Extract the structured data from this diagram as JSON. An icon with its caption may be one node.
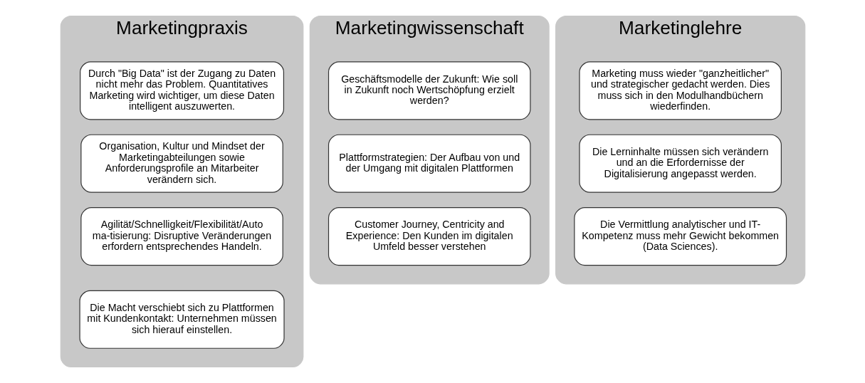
{
  "diagram": {
    "nodes": [
      {
        "text": [
          "Marketingpraxis"
        ]
      },
      {
        "text": [
          "Durch \"Big Data\" ist der Zugang zu Daten nicht mehr das Problem. Quantitatives Marketing wird wichtiger, um diese Daten intelligent auszuwerten."
        ],
        "in": 0
      },
      {
        "text": [
          "Organisation, Kultur und Mindset der Marketingabteilungen sowie Anforderungsprofile an Mitarbeiter verändern sich."
        ],
        "in": 0
      },
      {
        "text": [
          "Agilität/Schnelligkeit/Flexibilität/Automa-tisierung: Disruptive Veränderungen erfordern entsprechendes Handeln."
        ],
        "in": 0
      },
      {
        "text": [
          "Die Macht verschiebt sich zu Plattformen mit Kundenkontakt: Unternehmen müssen sich hierauf einstellen."
        ],
        "in": 0
      },
      {
        "text": [
          "Marketingwissenschaft"
        ]
      },
      {
        "text": [
          "Geschäftsmodelle der Zukunft: Wie soll in Zukunft noch Wertschöpfung erzielt werden?"
        ],
        "in": 5
      },
      {
        "text": [
          "Plattformstrategien: Der Aufbau von und der Umgang mit digitalen Plattformen"
        ],
        "in": 5
      },
      {
        "text": [
          "Customer Journey, Centricity and Experience: Den Kunden im digitalen Umfeld besser verstehen"
        ],
        "in": 5
      },
      {
        "text": [
          "Marketinglehre"
        ]
      },
      {
        "text": [
          "Marketing muss wieder \"ganzheitlicher\" und strategischer gedacht werden. Dies muss sich in den Modulhandbüchern wiederfinden."
        ],
        "in": 9
      },
      {
        "text": [
          "Die Lerninhalte müssen sich verändern und an die Erfordernisse der Digitalisierung angepasst werden."
        ],
        "in": 9
      },
      {
        "text": [
          "Die Vermittlung analytischer und IT-Kompetenz muss mehr Gewicht bekommen (Data Sciences)."
        ],
        "in": 9
      }
    ],
    "edges": []
  }
}
